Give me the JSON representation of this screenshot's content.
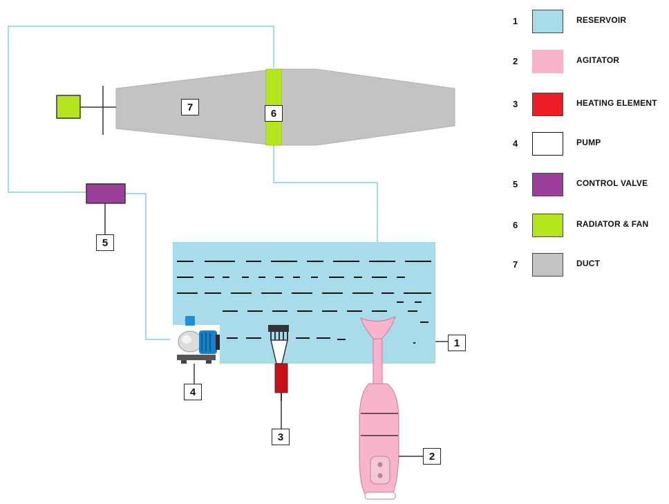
{
  "legend": [
    {
      "num": "1",
      "label": "RESERVOIR",
      "color": "#a9dcea"
    },
    {
      "num": "2",
      "label": "AGITATOR",
      "color": "#f8b4cc"
    },
    {
      "num": "3",
      "label": "HEATING ELEMENT",
      "color": "#ee1c24"
    },
    {
      "num": "4",
      "label": "PUMP",
      "color": "#ffffff"
    },
    {
      "num": "5",
      "label": "CONTROL VALVE",
      "color": "#9b3f9b"
    },
    {
      "num": "6",
      "label": "RADIATOR  & FAN",
      "color": "#b5e61d"
    },
    {
      "num": "7",
      "label": "DUCT",
      "color": "#c3c3c3"
    }
  ],
  "callouts": {
    "reservoir": "1",
    "agitator": "2",
    "heater": "3",
    "pump": "4",
    "valve": "5",
    "radiator": "6",
    "duct": "7"
  },
  "colors": {
    "pipe": "#7fd2e6",
    "water": "#a9dcea",
    "duct": "#c3c3c3",
    "radiator": "#b5e61d",
    "valve": "#9b3f9b",
    "agitator": "#f8b4cc",
    "heater": "#ee1c24"
  }
}
